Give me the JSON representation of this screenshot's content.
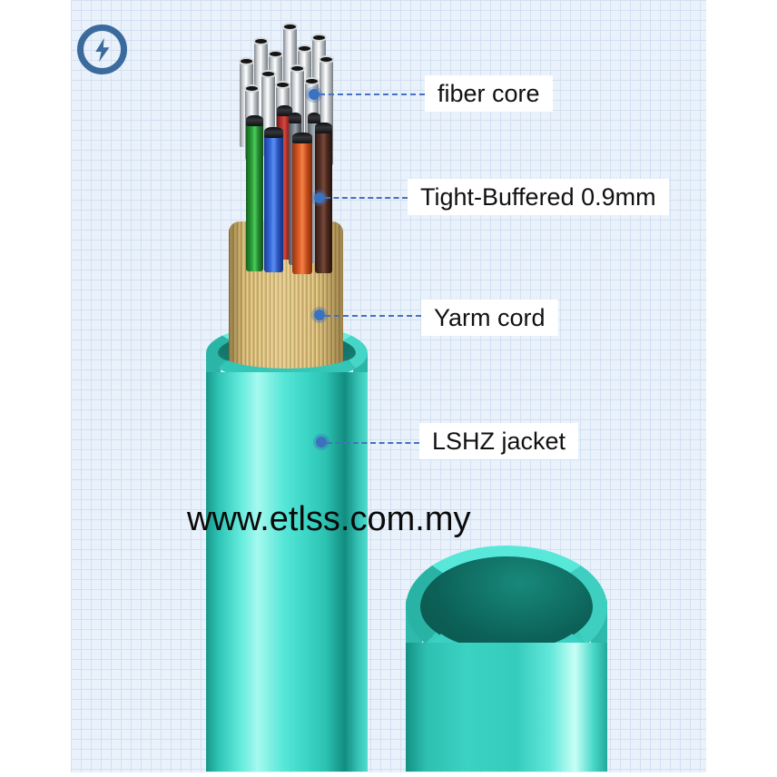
{
  "badge": {
    "icon": "lightning-bolt"
  },
  "annotations": [
    {
      "id": "fiber-core",
      "label": "fiber core"
    },
    {
      "id": "tight-buffered",
      "label": "Tight-Buffered 0.9mm"
    },
    {
      "id": "yarn-cord",
      "label": "Yarm cord"
    },
    {
      "id": "lshz-jacket",
      "label": "LSHZ jacket"
    }
  ],
  "watermark": "www.etlss.com.my",
  "colors": {
    "jacket_teal": "#3fd6c6",
    "jacket_highlight": "#a5f9ef",
    "jacket_shadow": "#118d80",
    "jacket_interior": "#0c6157",
    "yarn": "#dcc380",
    "tube_green": "#2ba23a",
    "tube_blue": "#3a6fe0",
    "tube_red": "#c23a33",
    "tube_orange": "#e0602a",
    "tube_brown": "#5c362a",
    "tube_gray": "#868f96",
    "fiber_silver": "#e8eaec",
    "fiber_tip": "#141414",
    "leader_line": "#4472c4",
    "badge_blue": "#3a6b9c",
    "grid_line": "#d3e0f2",
    "grid_bg": "#e9f1fb",
    "label_text": "#111111",
    "label_bg": "#ffffff"
  }
}
